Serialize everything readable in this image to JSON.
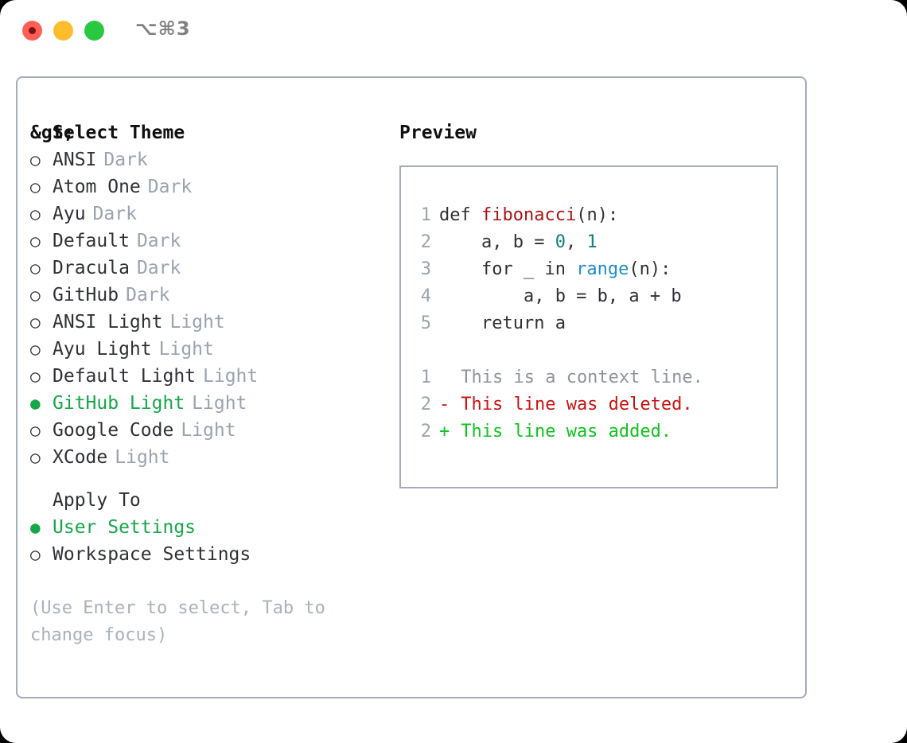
{
  "titlebar": {
    "shortcut": "⌥⌘3",
    "lights": [
      "close-red",
      "minimize-yellow",
      "maximize-green"
    ]
  },
  "theme_picker": {
    "header": {
      "prompt": "&gt;",
      "title": "Select Theme"
    },
    "unselected_marker": "○",
    "selected_marker": "●",
    "items": [
      {
        "name": "ANSI",
        "variant": "Dark",
        "selected": false
      },
      {
        "name": "Atom One",
        "variant": "Dark",
        "selected": false
      },
      {
        "name": "Ayu",
        "variant": "Dark",
        "selected": false
      },
      {
        "name": "Default",
        "variant": "Dark",
        "selected": false
      },
      {
        "name": "Dracula",
        "variant": "Dark",
        "selected": false
      },
      {
        "name": "GitHub",
        "variant": "Dark",
        "selected": false
      },
      {
        "name": "ANSI Light",
        "variant": "Light",
        "selected": false
      },
      {
        "name": "Ayu Light",
        "variant": "Light",
        "selected": false
      },
      {
        "name": "Default Light",
        "variant": "Light",
        "selected": false
      },
      {
        "name": "GitHub Light",
        "variant": "Light",
        "selected": true
      },
      {
        "name": "Google Code",
        "variant": "Light",
        "selected": false
      },
      {
        "name": "XCode",
        "variant": "Light",
        "selected": false
      }
    ]
  },
  "apply_to": {
    "header": "Apply To",
    "items": [
      {
        "name": "User Settings",
        "selected": true
      },
      {
        "name": "Workspace Settings",
        "selected": false
      }
    ]
  },
  "hint": "(Use Enter to select, Tab to change focus)",
  "preview": {
    "title": "Preview",
    "code_lines": [
      {
        "num": "1",
        "segments": [
          {
            "text": "def ",
            "style": "plain"
          },
          {
            "text": "fibonacci",
            "style": "fn"
          },
          {
            "text": "(n):",
            "style": "plain"
          }
        ]
      },
      {
        "num": "2",
        "segments": [
          {
            "text": "    a, b = ",
            "style": "plain"
          },
          {
            "text": "0",
            "style": "num"
          },
          {
            "text": ", ",
            "style": "plain"
          },
          {
            "text": "1",
            "style": "num"
          }
        ]
      },
      {
        "num": "3",
        "segments": [
          {
            "text": "    for _ in ",
            "style": "plain"
          },
          {
            "text": "range",
            "style": "call"
          },
          {
            "text": "(n):",
            "style": "plain"
          }
        ]
      },
      {
        "num": "4",
        "segments": [
          {
            "text": "        a, b = b, a + b",
            "style": "plain"
          }
        ]
      },
      {
        "num": "5",
        "segments": [
          {
            "text": "    return a",
            "style": "plain"
          }
        ]
      }
    ],
    "diff_lines": [
      {
        "num": "1",
        "sign": " ",
        "text": "This is a context line.",
        "kind": "context"
      },
      {
        "num": "2",
        "sign": "-",
        "text": "This line was deleted.",
        "kind": "deleted"
      },
      {
        "num": "2",
        "sign": "+",
        "text": "This line was added.",
        "kind": "added"
      }
    ]
  },
  "colors": {
    "accent_green": "#17a64a",
    "diff_add": "#11c221",
    "diff_del": "#cc1212",
    "dim_text": "#9aa3ae",
    "border": "#a3acbb",
    "syntax_fn": "#a81616",
    "syntax_num": "#127d7d",
    "syntax_call": "#1f8fc9"
  }
}
